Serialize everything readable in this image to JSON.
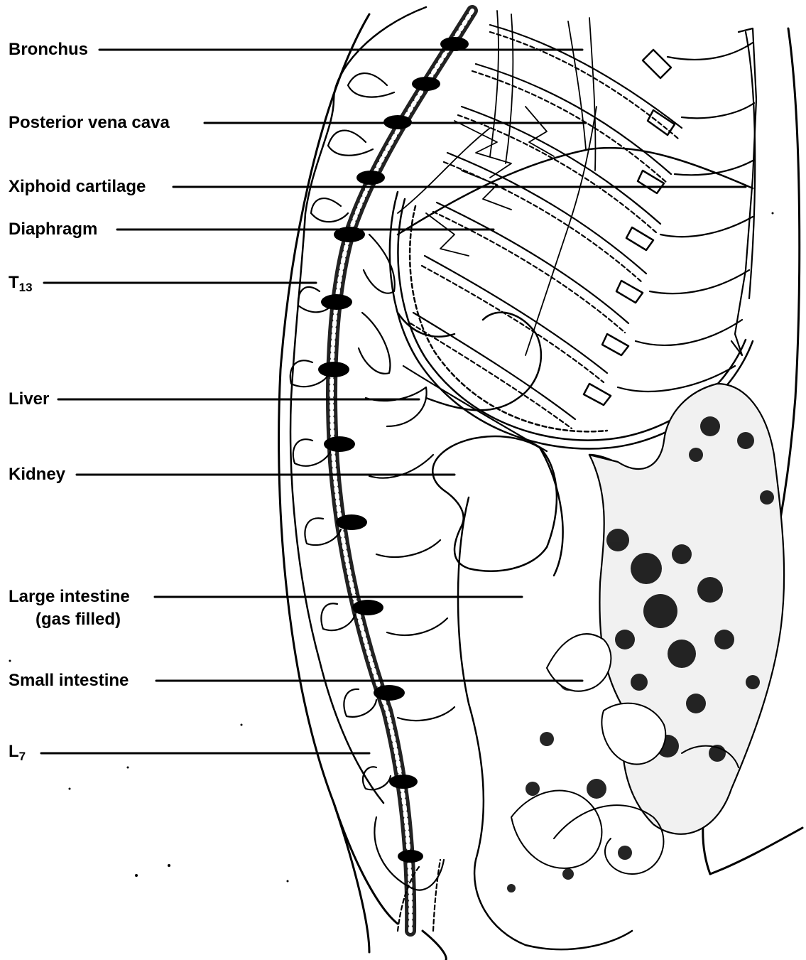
{
  "labels": {
    "bronchus": "Bronchus",
    "posterior_vena_cava": "Posterior vena cava",
    "xiphoid_cartilage": "Xiphoid cartilage",
    "diaphragm": "Diaphragm",
    "t13_letter": "T",
    "t13_number": "13",
    "liver": "Liver",
    "kidney": "Kidney",
    "large_intestine": "Large intestine",
    "large_intestine_note": "(gas filled)",
    "small_intestine": "Small intestine",
    "l7_letter": "L",
    "l7_number": "7"
  }
}
